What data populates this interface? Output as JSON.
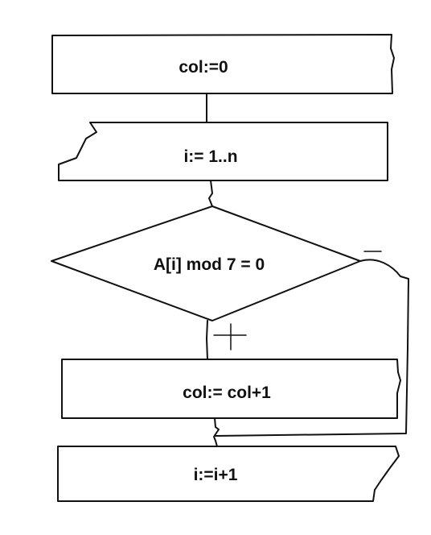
{
  "flowchart": {
    "nodes": [
      {
        "id": "init",
        "shape": "process",
        "text": "col:=0"
      },
      {
        "id": "loop",
        "shape": "loop-limit",
        "text": "i:= 1..n"
      },
      {
        "id": "check",
        "shape": "decision",
        "text": "A[i] mod 7 = 0"
      },
      {
        "id": "increment",
        "shape": "process",
        "text": "col:= col+1"
      },
      {
        "id": "next",
        "shape": "loop-limit-end",
        "text": "i:=i+1"
      }
    ],
    "branches": {
      "yes": "+",
      "no": "−"
    }
  }
}
